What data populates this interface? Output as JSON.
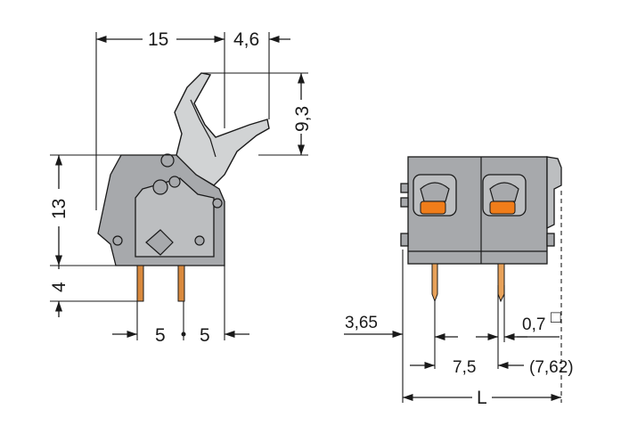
{
  "dimensions": {
    "width_top": "15",
    "lever_offset": "4,6",
    "lever_height": "9,3",
    "body_height": "13",
    "pin_length": "4",
    "pitch_left": "5",
    "pitch_right": "5",
    "edge_offset": "3,65",
    "pin_size": "0,7",
    "pin_size_symbol": "□",
    "pitch": "7,5",
    "pitch_alt": "(7,62)",
    "total_length": "L"
  }
}
